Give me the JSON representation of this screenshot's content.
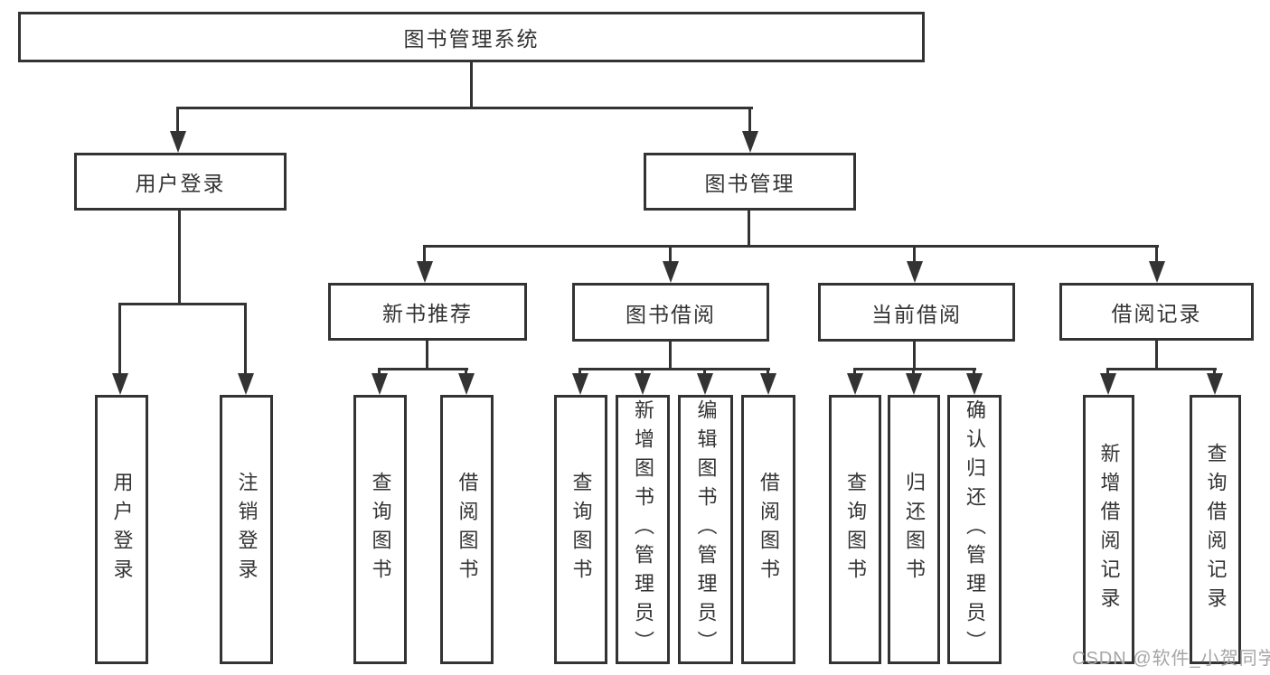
{
  "diagram": {
    "title": "图书管理系统",
    "branches": [
      {
        "label": "用户登录",
        "children": [
          {
            "label": "用户登录"
          },
          {
            "label": "注销登录"
          }
        ]
      },
      {
        "label": "图书管理",
        "groups": [
          {
            "label": "新书推荐",
            "children": [
              {
                "label": "查询图书"
              },
              {
                "label": "借阅图书"
              }
            ]
          },
          {
            "label": "图书借阅",
            "children": [
              {
                "label": "查询图书"
              },
              {
                "label": "新增图书（管理员）"
              },
              {
                "label": "编辑图书（管理员）"
              },
              {
                "label": "借阅图书"
              }
            ]
          },
          {
            "label": "当前借阅",
            "children": [
              {
                "label": "查询图书"
              },
              {
                "label": "归还图书"
              },
              {
                "label": "确认归还（管理员）"
              }
            ]
          },
          {
            "label": "借阅记录",
            "children": [
              {
                "label": "新增借阅记录"
              },
              {
                "label": "查询借阅记录"
              }
            ]
          }
        ]
      }
    ]
  },
  "watermark": {
    "text": "CSDN @软件_小贺同学",
    "color": "#a6a6a6"
  },
  "colors": {
    "line": "#333333",
    "text": "#333333",
    "background": "#ffffff"
  }
}
